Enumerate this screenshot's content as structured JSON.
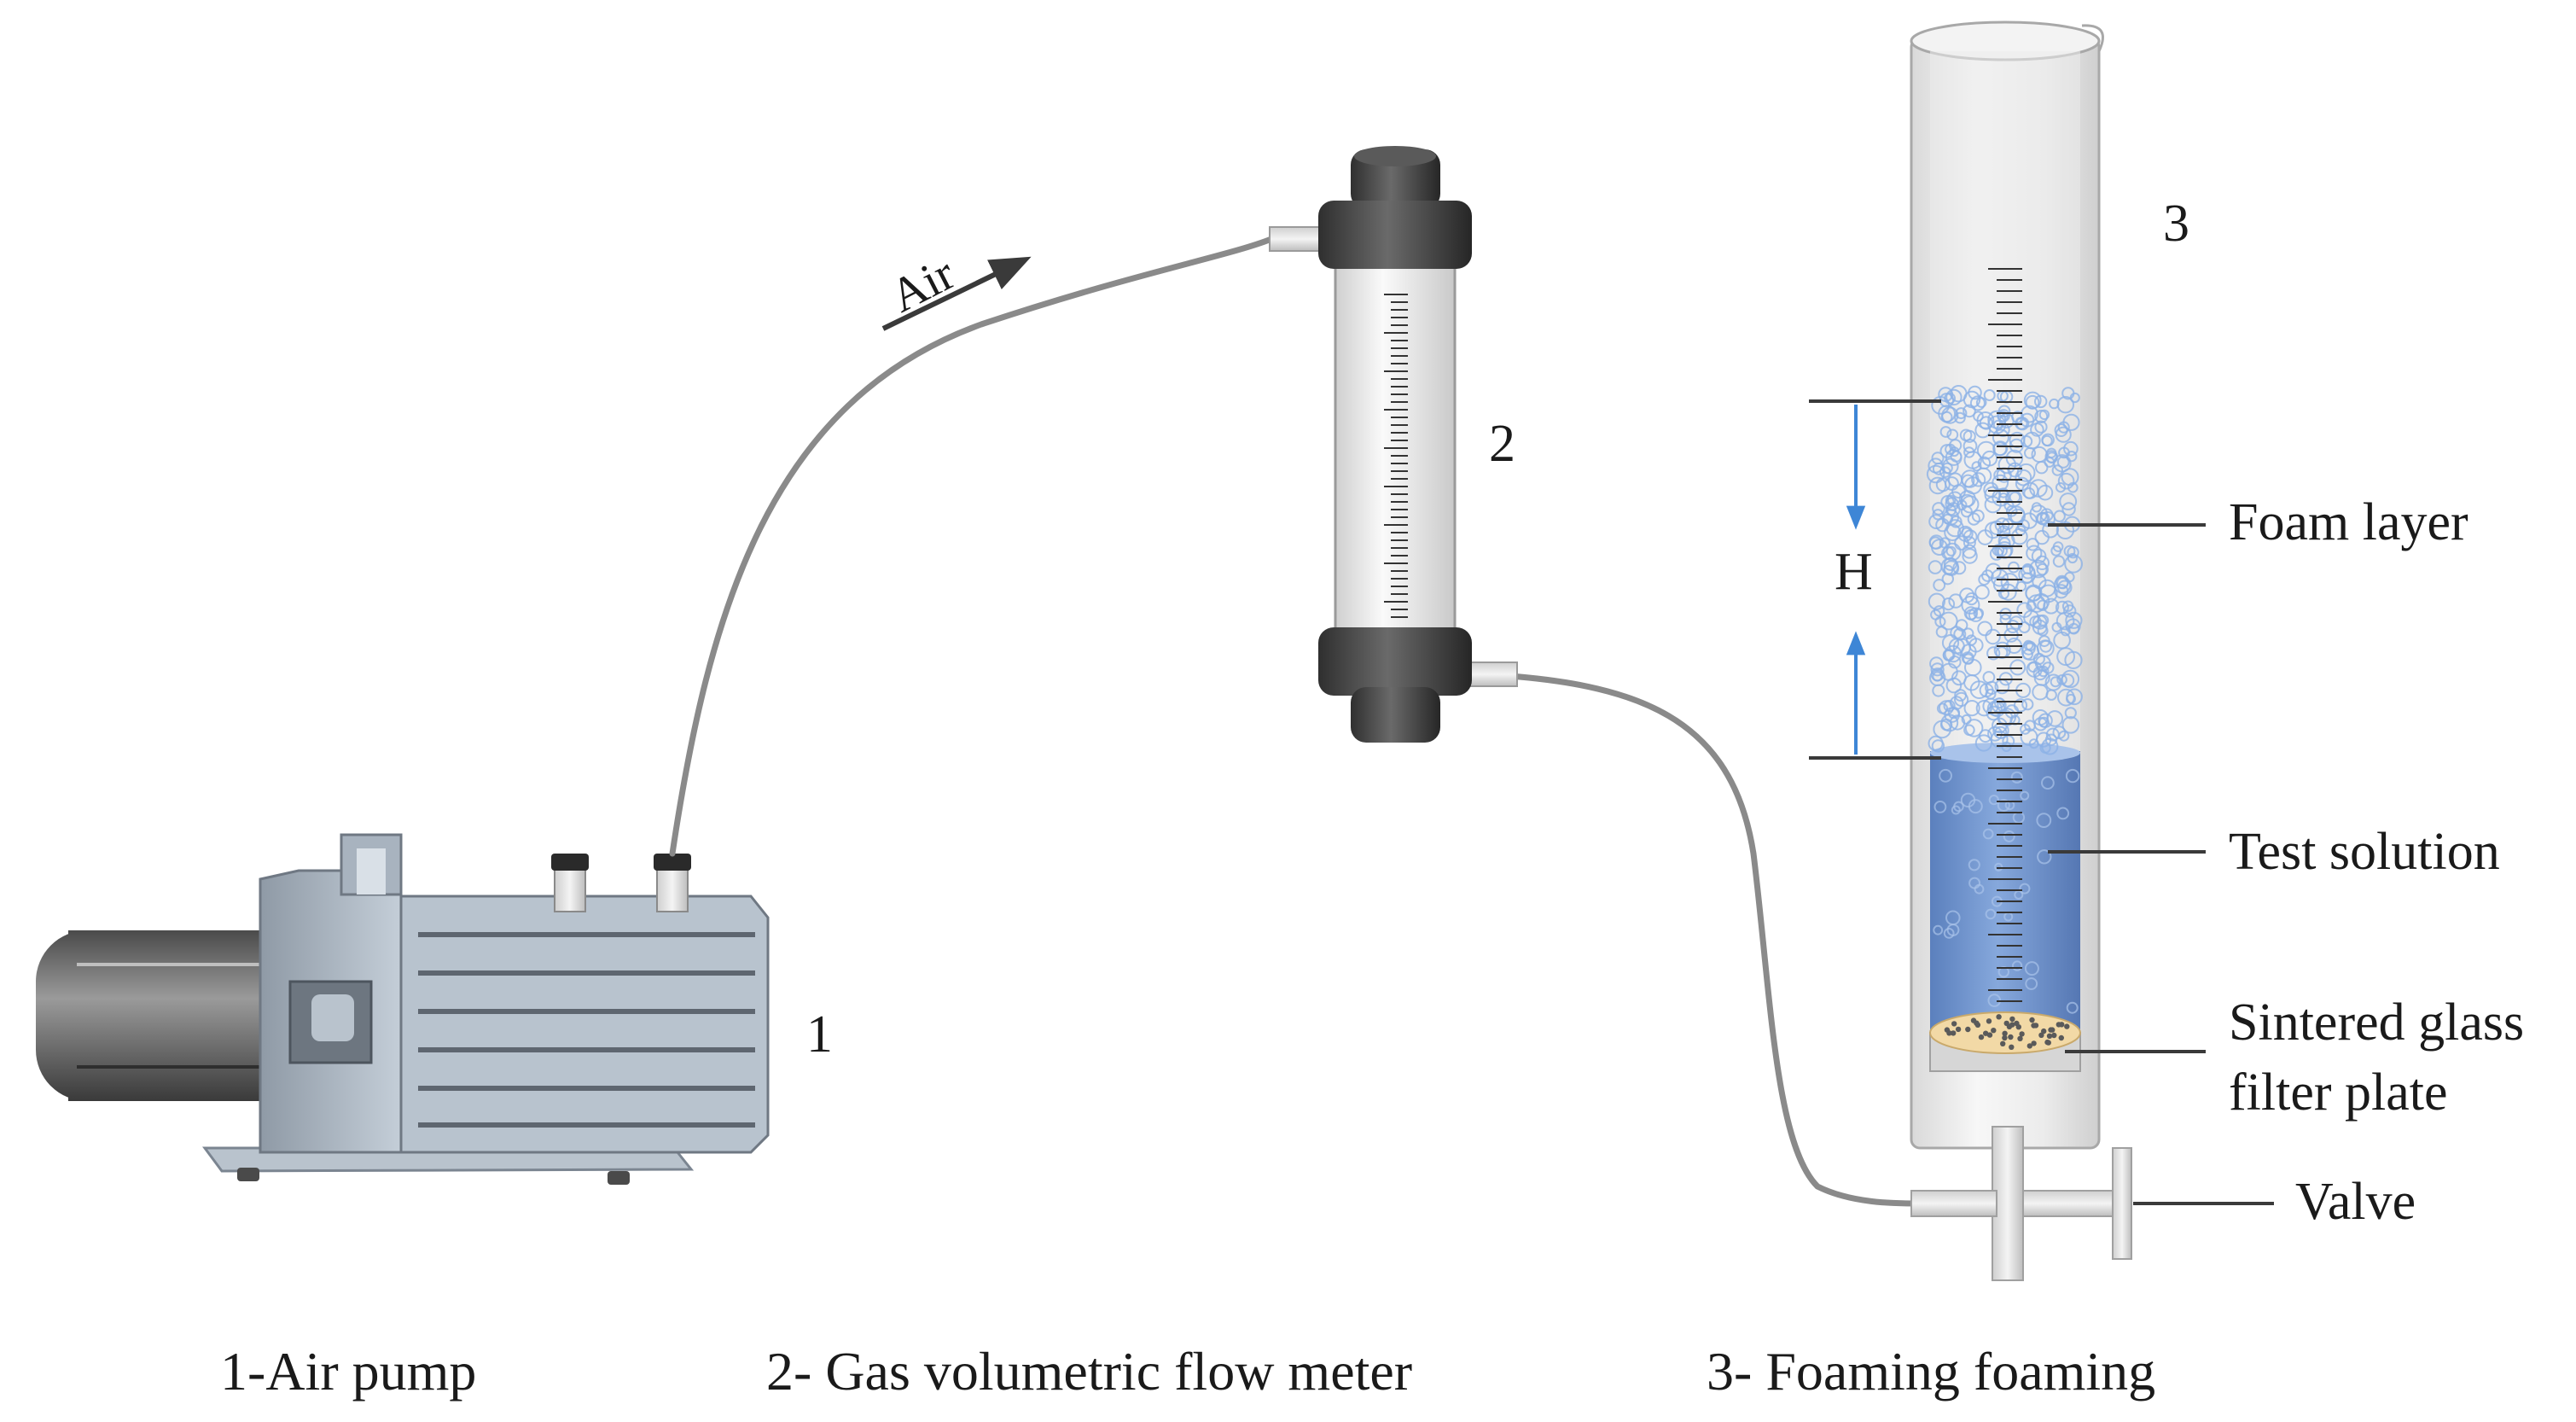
{
  "labels": {
    "air": "Air",
    "pump_num": "1",
    "meter_num": "2",
    "column_num": "3",
    "height": "H",
    "foam_layer": "Foam layer",
    "test_solution": "Test solution",
    "filter_line1": "Sintered glass",
    "filter_line2": "filter plate",
    "valve": "Valve"
  },
  "captions": {
    "pump": "1-Air pump",
    "meter": "2- Gas volumetric flow meter",
    "column": "3- Foaming foaming"
  },
  "colors": {
    "tube": "#8a8a8a",
    "pump_body": "#aab6c3",
    "pump_dark": "#5e6670",
    "meter_cap": "#3c3c3c",
    "glass": "#e9ecef",
    "solution": "#6f95cf",
    "foam_bubble": "#8cb1e6",
    "filter_plate": "#f2d9a6",
    "arrow_blue": "#3e86d6"
  }
}
